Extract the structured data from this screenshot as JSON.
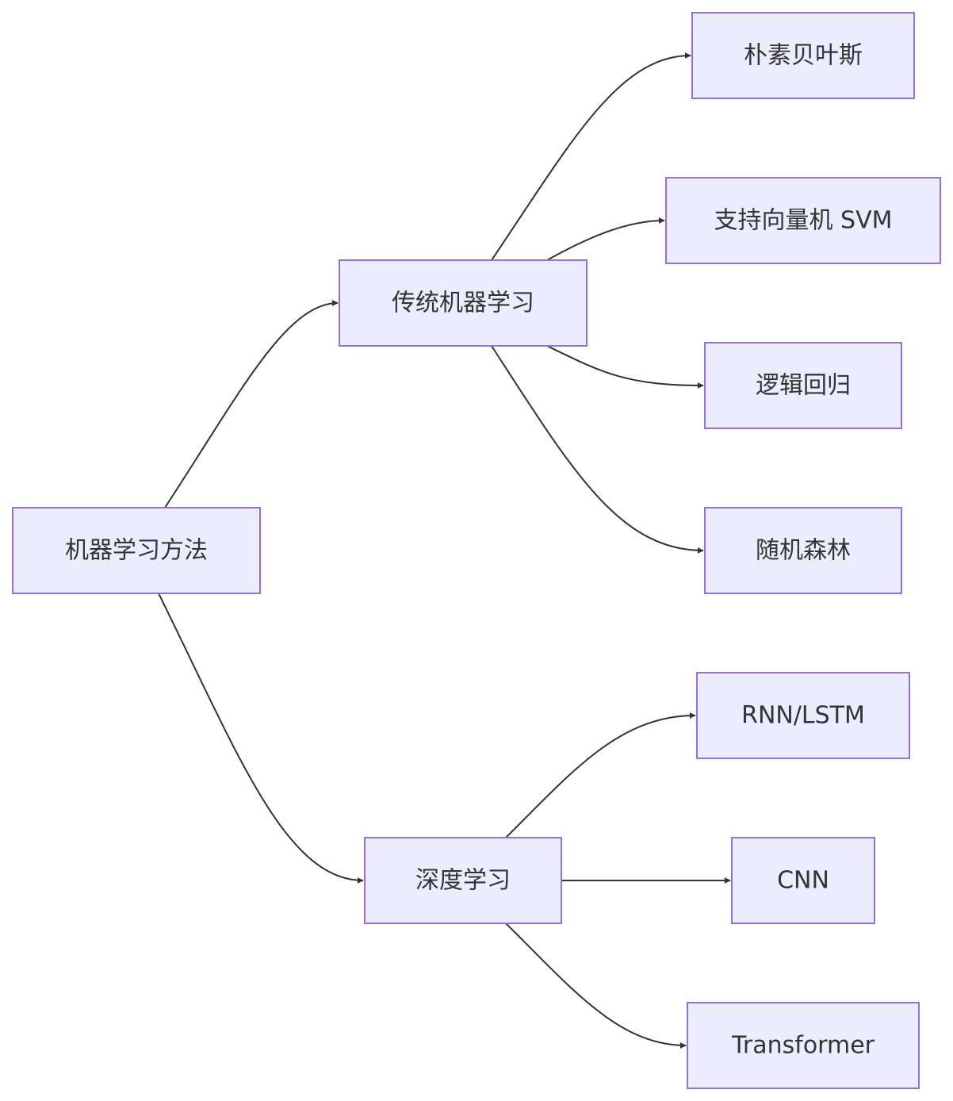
{
  "diagram": {
    "type": "flowchart",
    "direction": "LR",
    "colors": {
      "node_fill": "#ECECFF",
      "node_stroke": "#9370DB",
      "text": "#333333",
      "edge": "#333333"
    },
    "nodes": [
      {
        "id": "root",
        "label": "机器学习方法"
      },
      {
        "id": "trad",
        "label": "传统机器学习"
      },
      {
        "id": "deep",
        "label": "深度学习"
      },
      {
        "id": "nb",
        "label": "朴素贝叶斯"
      },
      {
        "id": "svm",
        "label": "支持向量机 SVM"
      },
      {
        "id": "lr",
        "label": "逻辑回归"
      },
      {
        "id": "rf",
        "label": "随机森林"
      },
      {
        "id": "rnn",
        "label": "RNN/LSTM"
      },
      {
        "id": "cnn",
        "label": "CNN"
      },
      {
        "id": "tf",
        "label": "Transformer"
      }
    ],
    "edges": [
      {
        "from": "root",
        "to": "trad"
      },
      {
        "from": "root",
        "to": "deep"
      },
      {
        "from": "trad",
        "to": "nb"
      },
      {
        "from": "trad",
        "to": "svm"
      },
      {
        "from": "trad",
        "to": "lr"
      },
      {
        "from": "trad",
        "to": "rf"
      },
      {
        "from": "deep",
        "to": "rnn"
      },
      {
        "from": "deep",
        "to": "cnn"
      },
      {
        "from": "deep",
        "to": "tf"
      }
    ]
  }
}
